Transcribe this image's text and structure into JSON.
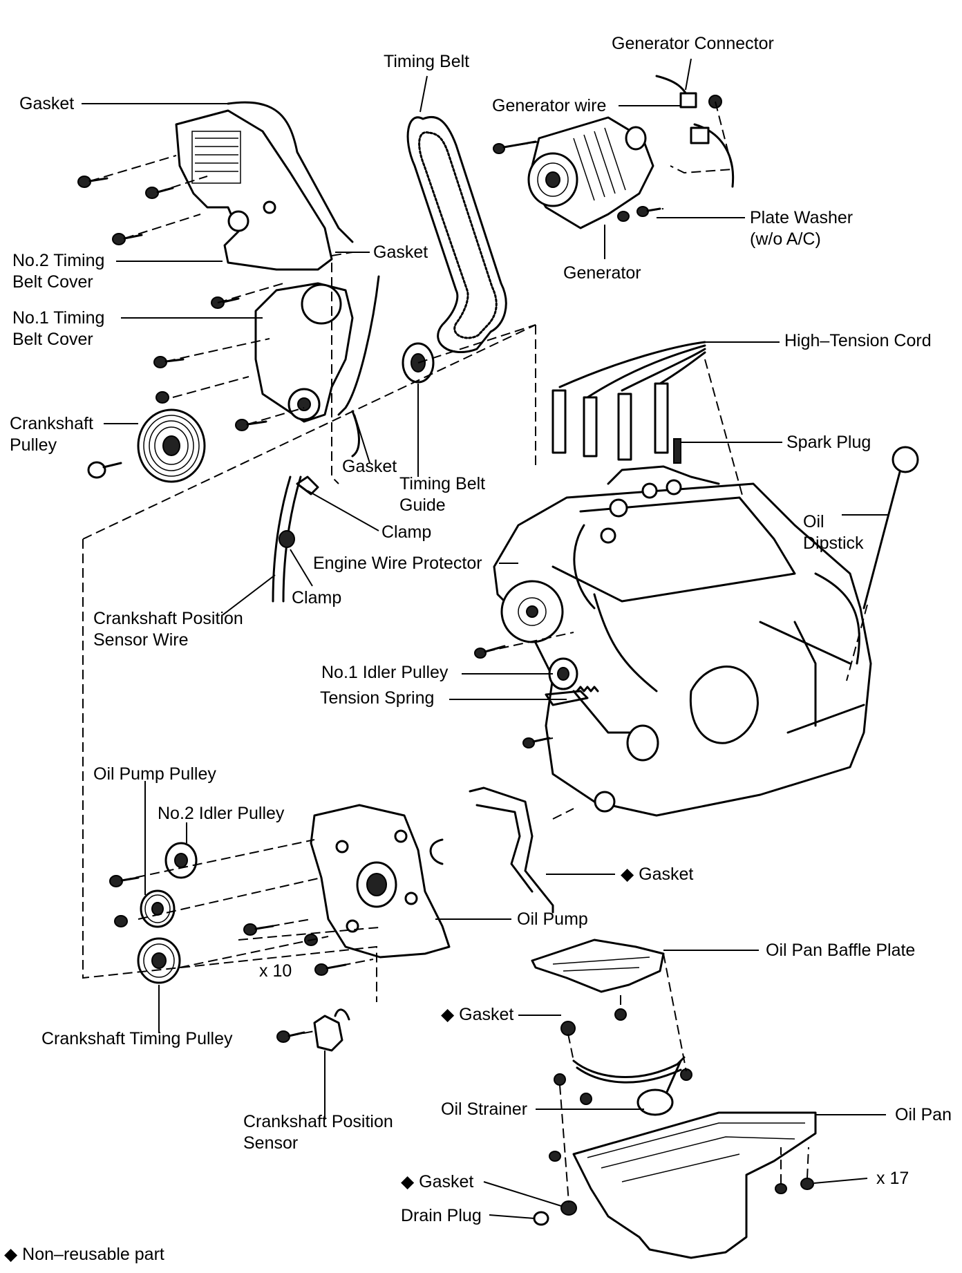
{
  "labels": {
    "timing_belt": "Timing Belt",
    "generator_connector": "Generator Connector",
    "generator_wire": "Generator wire",
    "gasket_top": "Gasket",
    "plate_washer": "Plate Washer\n(w/o A/C)",
    "no2_timing_belt_cover": "No.2 Timing\nBelt Cover",
    "gasket_mid": "Gasket",
    "generator": "Generator",
    "no1_timing_belt_cover": "No.1 Timing\nBelt Cover",
    "high_tension_cord": "High–Tension Cord",
    "crankshaft_pulley": "Crankshaft\nPulley",
    "spark_plug": "Spark Plug",
    "gasket_lower": "Gasket",
    "timing_belt_guide": "Timing Belt\nGuide",
    "oil_dipstick": "Oil\nDipstick",
    "clamp_upper": "Clamp",
    "engine_wire_protector": "Engine Wire Protector",
    "clamp_lower": "Clamp",
    "crankshaft_position_sensor_wire": "Crankshaft Position\nSensor Wire",
    "no1_idler_pulley": "No.1 Idler Pulley",
    "tension_spring": "Tension Spring",
    "oil_pump_pulley": "Oil Pump Pulley",
    "no2_idler_pulley": "No.2 Idler Pulley",
    "gasket_oil_pump": "◆ Gasket",
    "oil_pump": "Oil Pump",
    "oil_pan_baffle_plate": "Oil Pan Baffle Plate",
    "x10": "x 10",
    "crankshaft_timing_pulley": "Crankshaft Timing Pulley",
    "gasket_strainer": "◆ Gasket",
    "oil_strainer": "Oil Strainer",
    "oil_pan": "Oil Pan",
    "crankshaft_position_sensor": "Crankshaft Position\nSensor",
    "gasket_drain": "◆ Gasket",
    "x17": "x 17",
    "drain_plug": "Drain Plug",
    "legend": "◆ Non–reusable part"
  }
}
